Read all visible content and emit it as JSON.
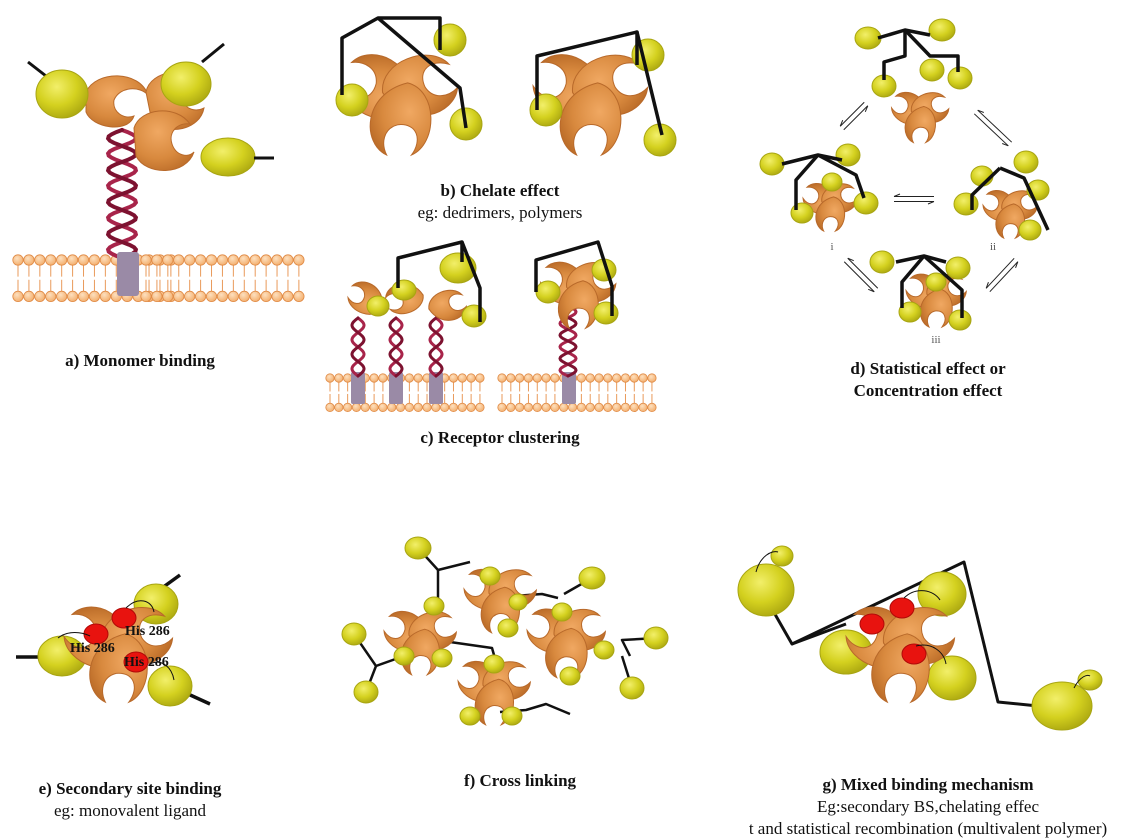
{
  "panels": {
    "a": {
      "title": "a) Monomer binding"
    },
    "b": {
      "title": "b) Chelate effect",
      "subtitle": "eg: dedrimers, polymers"
    },
    "c": {
      "title": "c) Receptor clustering"
    },
    "d": {
      "title_line1": "d) Statistical effect or",
      "title_line2": "Concentration effect",
      "labels": [
        "i",
        "ii",
        "iii"
      ]
    },
    "e": {
      "title": "e) Secondary site binding",
      "subtitle": "eg: monovalent ligand",
      "residue_labels": [
        "His 286",
        "His 286",
        "His 286"
      ]
    },
    "f": {
      "title": "f) Cross linking"
    },
    "g": {
      "title": "g) Mixed binding mechanism",
      "subtitle_line1": "Eg:secondary BS,chelating effec",
      "subtitle_line2": "t and statistical recombination (multivalent polymer)"
    }
  },
  "colors": {
    "receptor": "#d8893e",
    "receptor_dark": "#b8692a",
    "ligand": "#d4d11f",
    "ligand_dark": "#a8a512",
    "helix": "#9b1b3c",
    "membrane": "#f7c38e",
    "transmembrane": "#9a8aa6",
    "secondary_site": "#e8130f",
    "linker": "#111111"
  }
}
